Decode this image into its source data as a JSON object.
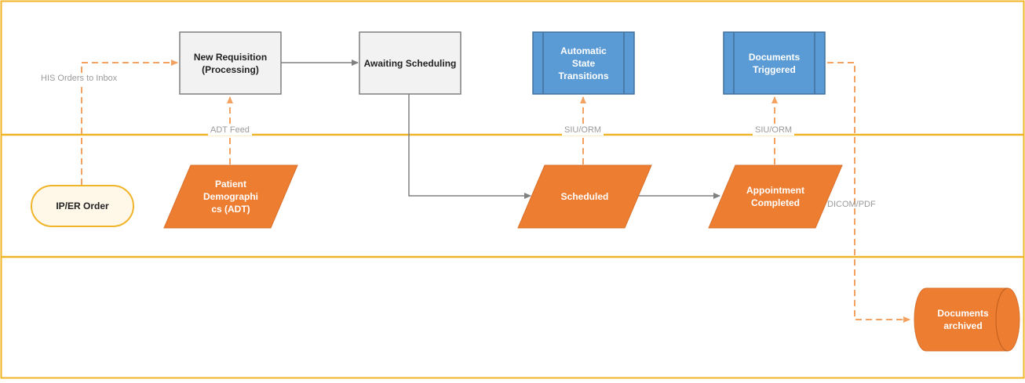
{
  "diagram": {
    "colors": {
      "lane_border": "#f0b429",
      "process_fill": "#f2f2f2",
      "process_stroke": "#7f7f7f",
      "subprocess_fill": "#5b9bd5",
      "subprocess_stroke": "#41719c",
      "data_fill": "#ed7d31",
      "terminator_fill": "#fff7e8",
      "terminator_stroke": "#f0b429",
      "solid_arrow": "#808080",
      "dashed_arrow": "#f4a261",
      "edge_label": "#9a9a9a"
    },
    "nodes": {
      "new_requisition": "New Requisition\n(Processing)",
      "awaiting_scheduling": "Awaiting Scheduling",
      "automatic_state": "Automatic\nState\nTransitions",
      "documents_triggered": "Documents\nTriggered",
      "ip_er_order": "IP/ER Order",
      "patient_demographics": "Patient\nDemographi\ncs (ADT)",
      "scheduled": "Scheduled",
      "appointment_completed": "Appointment\nCompleted",
      "documents_archived": "Documents\narchived"
    },
    "edge_labels": {
      "his_orders": "HIS Orders to Inbox",
      "adt_feed": "ADT Feed",
      "siu_orm_1": "SIU/ORM",
      "siu_orm_2": "SIU/ORM",
      "dicom_pdf": "DICOM/PDF"
    }
  }
}
